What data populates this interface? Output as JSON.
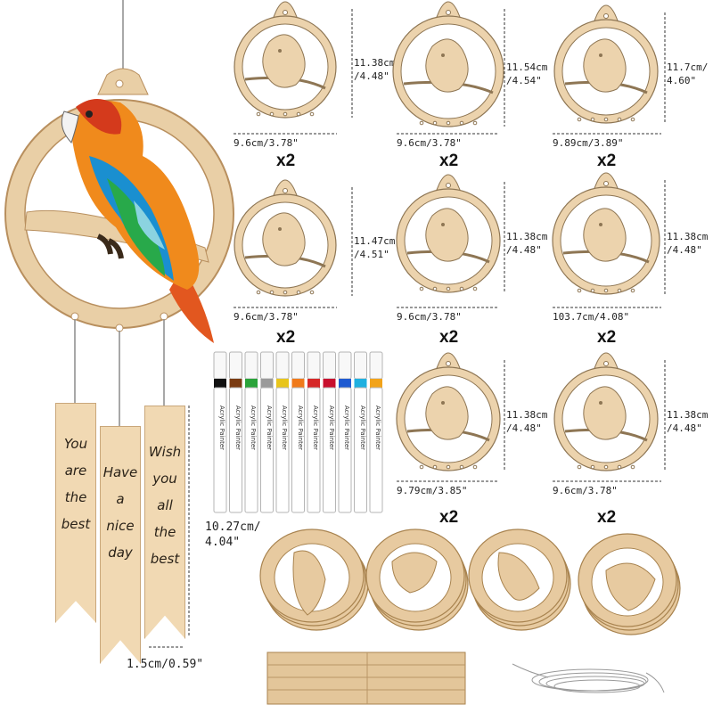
{
  "ornaments": [
    {
      "id": "cardinal",
      "height": "11.38cm\n/4.48\"",
      "width": "9.6cm/3.78\"",
      "qty": "x2"
    },
    {
      "id": "pelican",
      "height": "11.54cm\n/4.54\"",
      "width": "9.6cm/3.78\"",
      "qty": "x2"
    },
    {
      "id": "toucan",
      "height": "11.7cm/\n4.60\"",
      "width": "9.89cm/3.89\"",
      "qty": "x2"
    },
    {
      "id": "parrot",
      "height": "11.47cm\n/4.51\"",
      "width": "9.6cm/3.78\"",
      "qty": "x2"
    },
    {
      "id": "owl",
      "height": "11.38cm\n/4.48\"",
      "width": "9.6cm/3.78\"",
      "qty": "x2"
    },
    {
      "id": "hummingbird",
      "height": "11.38cm\n/4.48\"",
      "width": "103.7cm/4.08\"",
      "qty": "x2"
    },
    {
      "id": "flamingo",
      "height": "11.38cm\n/4.48\"",
      "width": "9.79cm/3.85\"",
      "qty": "x2"
    },
    {
      "id": "eagle",
      "height": "11.38cm\n/4.48\"",
      "width": "9.6cm/3.78\"",
      "qty": "x2"
    }
  ],
  "tags": [
    {
      "lines": [
        "You",
        "are",
        "the",
        "best"
      ]
    },
    {
      "lines": [
        "Have",
        "a",
        "nice",
        "day"
      ]
    },
    {
      "lines": [
        "Wish",
        "you",
        "all",
        "the",
        "best"
      ]
    }
  ],
  "tag_dims": {
    "height": "10.27cm/\n4.04\"",
    "width": "1.5cm/0.59\""
  },
  "marker_label": "Acrylic Painter",
  "marker_colors": [
    "#111111",
    "#7a3b12",
    "#2aa33a",
    "#9a9a9a",
    "#e8c51c",
    "#f07a1a",
    "#d62828",
    "#c8102e",
    "#1f5bd1",
    "#1fb0e0",
    "#f2a31a"
  ]
}
